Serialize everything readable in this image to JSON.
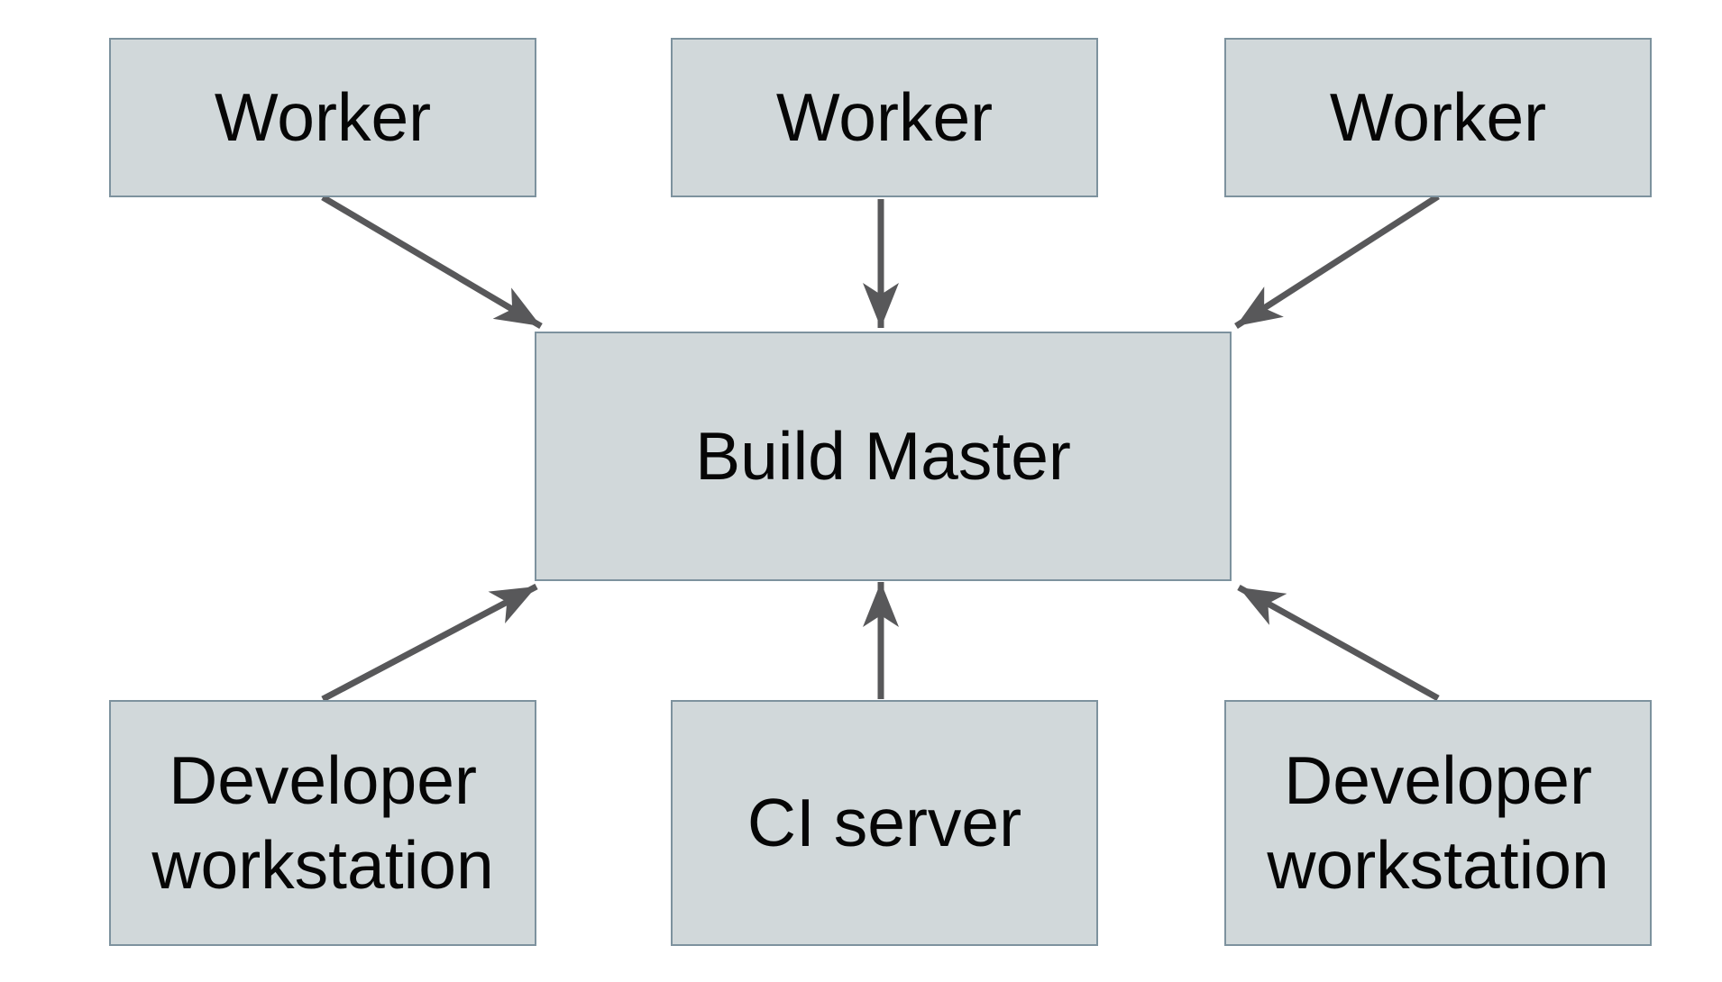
{
  "diagram": {
    "nodes": {
      "worker_1": {
        "label": "Worker"
      },
      "worker_2": {
        "label": "Worker"
      },
      "worker_3": {
        "label": "Worker"
      },
      "build_master": {
        "label": "Build Master"
      },
      "developer_workstation_left": {
        "label": "Developer workstation"
      },
      "ci_server": {
        "label": "CI server"
      },
      "developer_workstation_right": {
        "label": "Developer workstation"
      }
    },
    "edges": [
      {
        "from": "worker_1",
        "to": "build_master",
        "direction": "down-right"
      },
      {
        "from": "worker_2",
        "to": "build_master",
        "direction": "down"
      },
      {
        "from": "worker_3",
        "to": "build_master",
        "direction": "down-left"
      },
      {
        "from": "developer_workstation_left",
        "to": "build_master",
        "direction": "up-right"
      },
      {
        "from": "ci_server",
        "to": "build_master",
        "direction": "up"
      },
      {
        "from": "developer_workstation_right",
        "to": "build_master",
        "direction": "up-left"
      }
    ],
    "colors": {
      "background": "#ffffff",
      "node_fill": "#d1d8da",
      "node_border": "#7d929e",
      "arrow": "#58585a",
      "text": "#060606"
    }
  }
}
